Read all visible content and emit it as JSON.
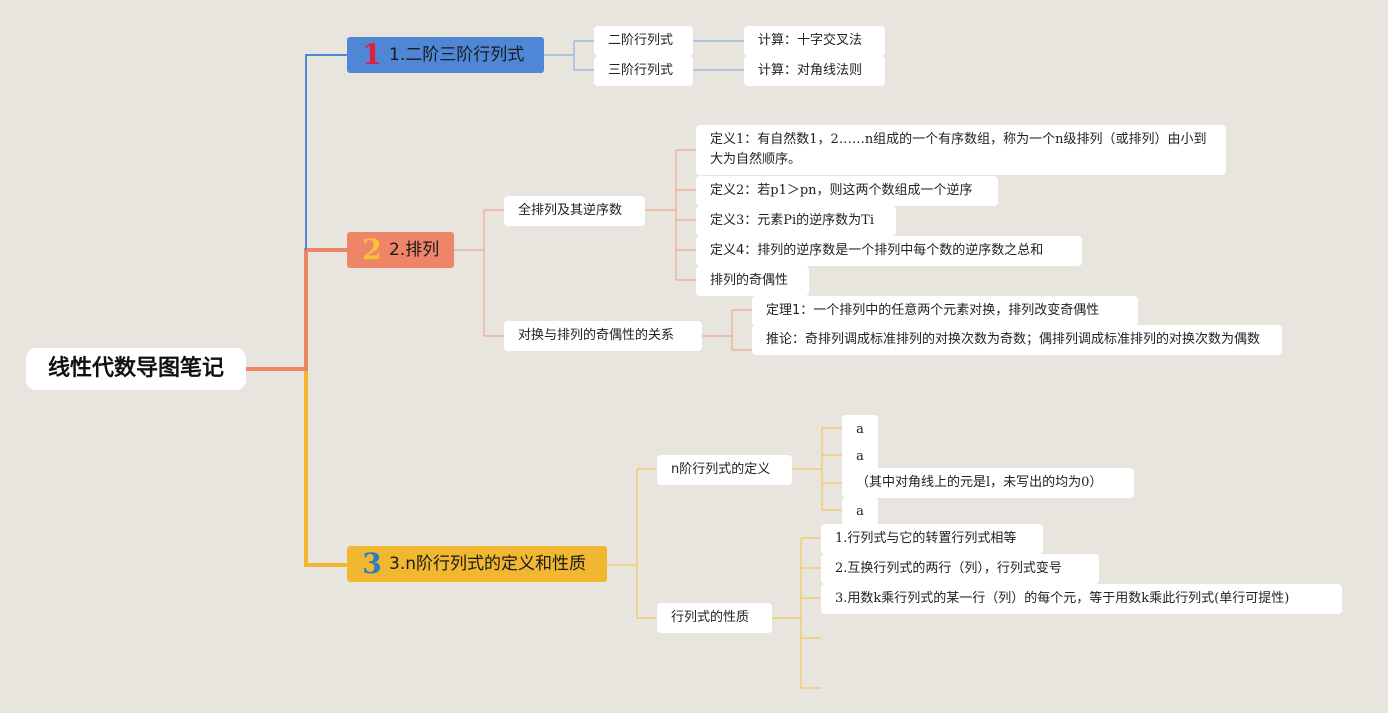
{
  "root": {
    "title": "线性代数导图笔记"
  },
  "branches": [
    {
      "number": "1",
      "label": "1.二阶三阶行列式",
      "color": "#4f86d6"
    },
    {
      "number": "2",
      "label": "2.排列",
      "color": "#ee8566"
    },
    {
      "number": "3",
      "label": "3.n阶行列式的定义和性质",
      "color": "#f1b731"
    }
  ],
  "b1": {
    "second_order": "二阶行列式",
    "third_order": "三阶行列式",
    "second_calc": "计算：十字交叉法",
    "third_calc": "计算：对角线法则"
  },
  "b2": {
    "full_perm": "全排列及其逆序数",
    "def1": "定义1：有自然数1，2……n组成的一个有序数组，称为一个n级排列（或排列）由小到大为自然顺序。",
    "def2": "定义2：若p1＞pn，则这两个数组成一个逆序",
    "def3": "定义3：元素Pi的逆序数为Ti",
    "def4": "定义4：排列的逆序数是一个排列中每个数的逆序数之总和",
    "parity": "排列的奇偶性",
    "swap_rel": "对换与排列的奇偶性的关系",
    "theorem1": "定理1：一个排列中的任意两个元素对换，排列改变奇偶性",
    "corollary": "推论：奇排列调成标准排列的对换次数为奇数；偶排列调成标准排列的对换次数为偶数"
  },
  "b3": {
    "definition": "n阶行列式的定义",
    "def_items": [
      "a",
      "a",
      "（其中对角线上的元是l，未写出的均为0）",
      "a"
    ],
    "properties": "行列式的性质",
    "prop_items": [
      "1.行列式与它的转置行列式相等",
      "2.互换行列式的两行（列），行列式变号",
      "3.用数k乘行列式的某一行（列）的每个元，等于用数k乘此行列式(单行可提性)"
    ]
  }
}
